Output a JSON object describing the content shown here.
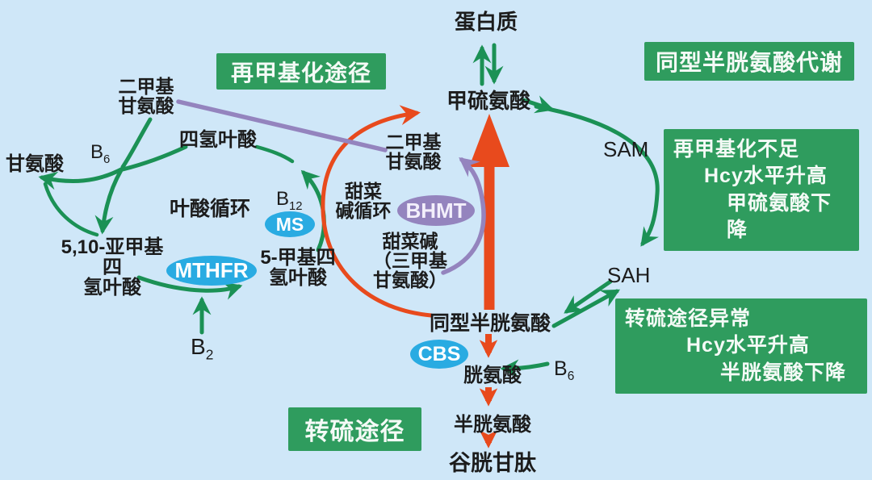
{
  "colors": {
    "bg": "#cfe7f8",
    "box-green": "#2f9c5e",
    "arrow-green": "#1b9155",
    "red": "#e84a1d",
    "purple": "#9484be",
    "blue": "#29abe2",
    "ink": "#1c1c1c"
  },
  "header": {
    "title": "同型半胱氨酸代谢"
  },
  "pathway_labels": {
    "remethylation": "再甲基化途径",
    "transsulfuration": "转硫途径"
  },
  "info_boxes": {
    "remethylation_deficit": {
      "lines": [
        "再甲基化不足",
        "Hcy水平升高",
        "甲硫氨酸下降"
      ]
    },
    "transsulfuration_abnormal": {
      "lines": [
        "转硫途径异常",
        "Hcy水平升高",
        "半胱氨酸下降"
      ]
    }
  },
  "nodes": {
    "protein": "蛋白质",
    "methionine": "甲硫氨酸",
    "sam": "SAM",
    "sah": "SAH",
    "homocysteine": "同型半胱氨酸",
    "cystathionine": "胱氨酸",
    "cysteine": "半胱氨酸",
    "glutathione": "谷胱甘肽",
    "glycine": "甘氨酸",
    "thf": "四氢叶酸",
    "folate_cycle": "叶酸循环",
    "dimethylglycine_left": {
      "line1": "二甲基",
      "line2": "甘氨酸"
    },
    "methylene_thf": {
      "line1": "5,10-亚甲基四",
      "line2": "氢叶酸"
    },
    "methyl_thf": {
      "line1": "5-甲基四",
      "line2": "氢叶酸"
    },
    "dimethylglycine_center": {
      "line1": "二甲基",
      "line2": "甘氨酸"
    },
    "betaine_cycle": {
      "line1": "甜菜",
      "line2": "碱循环"
    },
    "betaine": {
      "line1": "甜菜碱",
      "line2": "（三甲基",
      "line3": "甘氨酸）"
    }
  },
  "enzymes": {
    "ms": "MS",
    "mthfr": "MTHFR",
    "bhmt": "BHMT",
    "cbs": "CBS"
  },
  "cofactors": {
    "b6_left": {
      "base": "B",
      "sub": "6"
    },
    "b12": {
      "base": "B",
      "sub": "12"
    },
    "b2": {
      "base": "B",
      "sub": "2"
    },
    "b6_right": {
      "base": "B",
      "sub": "6"
    }
  }
}
